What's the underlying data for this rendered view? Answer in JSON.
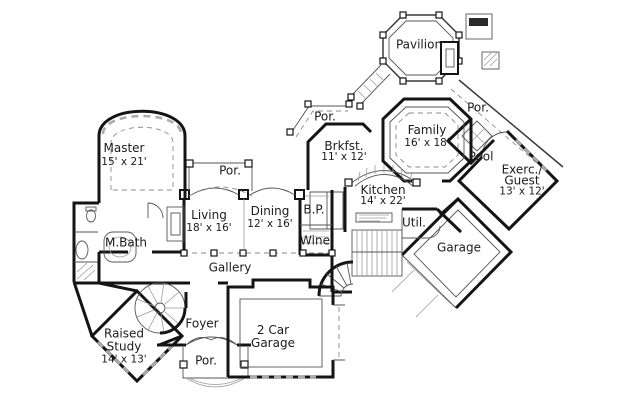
{
  "app": {
    "type": "architectural-floor-plan",
    "background": "#ffffff"
  },
  "colors": {
    "wall": "#141414",
    "detail": "#555555",
    "light": "#9c9c9c",
    "text": "#1c1c1c"
  },
  "labels": {
    "pavilion": {
      "name": "Pavilion"
    },
    "por_top_right": {
      "name": "Por."
    },
    "pool": {
      "name": "Pool"
    },
    "exercise_guest": {
      "line1": "Exerc./",
      "line2": "Guest",
      "dims": "13' x 12'"
    },
    "garage_right": {
      "name": "Garage"
    },
    "family": {
      "name": "Family",
      "dims": "16' x 18'"
    },
    "breakfast": {
      "name": "Brkfst.",
      "dims": "11' x 12'"
    },
    "por_breakfast": {
      "name": "Por."
    },
    "kitchen": {
      "name": "Kitchen",
      "dims": "14' x 22'"
    },
    "utility": {
      "name": "Util."
    },
    "master": {
      "name": "Master",
      "dims": "15' x 21'"
    },
    "por_living": {
      "name": "Por."
    },
    "living": {
      "name": "Living",
      "dims": "18' x 16'"
    },
    "dining": {
      "name": "Dining",
      "dims": "12' x 16'"
    },
    "butlers_pantry": {
      "name": "B.P."
    },
    "wine": {
      "name": "Wine"
    },
    "gallery": {
      "name": "Gallery"
    },
    "master_bath": {
      "name": "M.Bath"
    },
    "foyer": {
      "name": "Foyer"
    },
    "raised_study": {
      "line1": "Raised",
      "line2": "Study",
      "dims": "14' x 13'"
    },
    "por_front": {
      "name": "Por."
    },
    "two_car_garage": {
      "line1": "2 Car",
      "line2": "Garage"
    }
  }
}
